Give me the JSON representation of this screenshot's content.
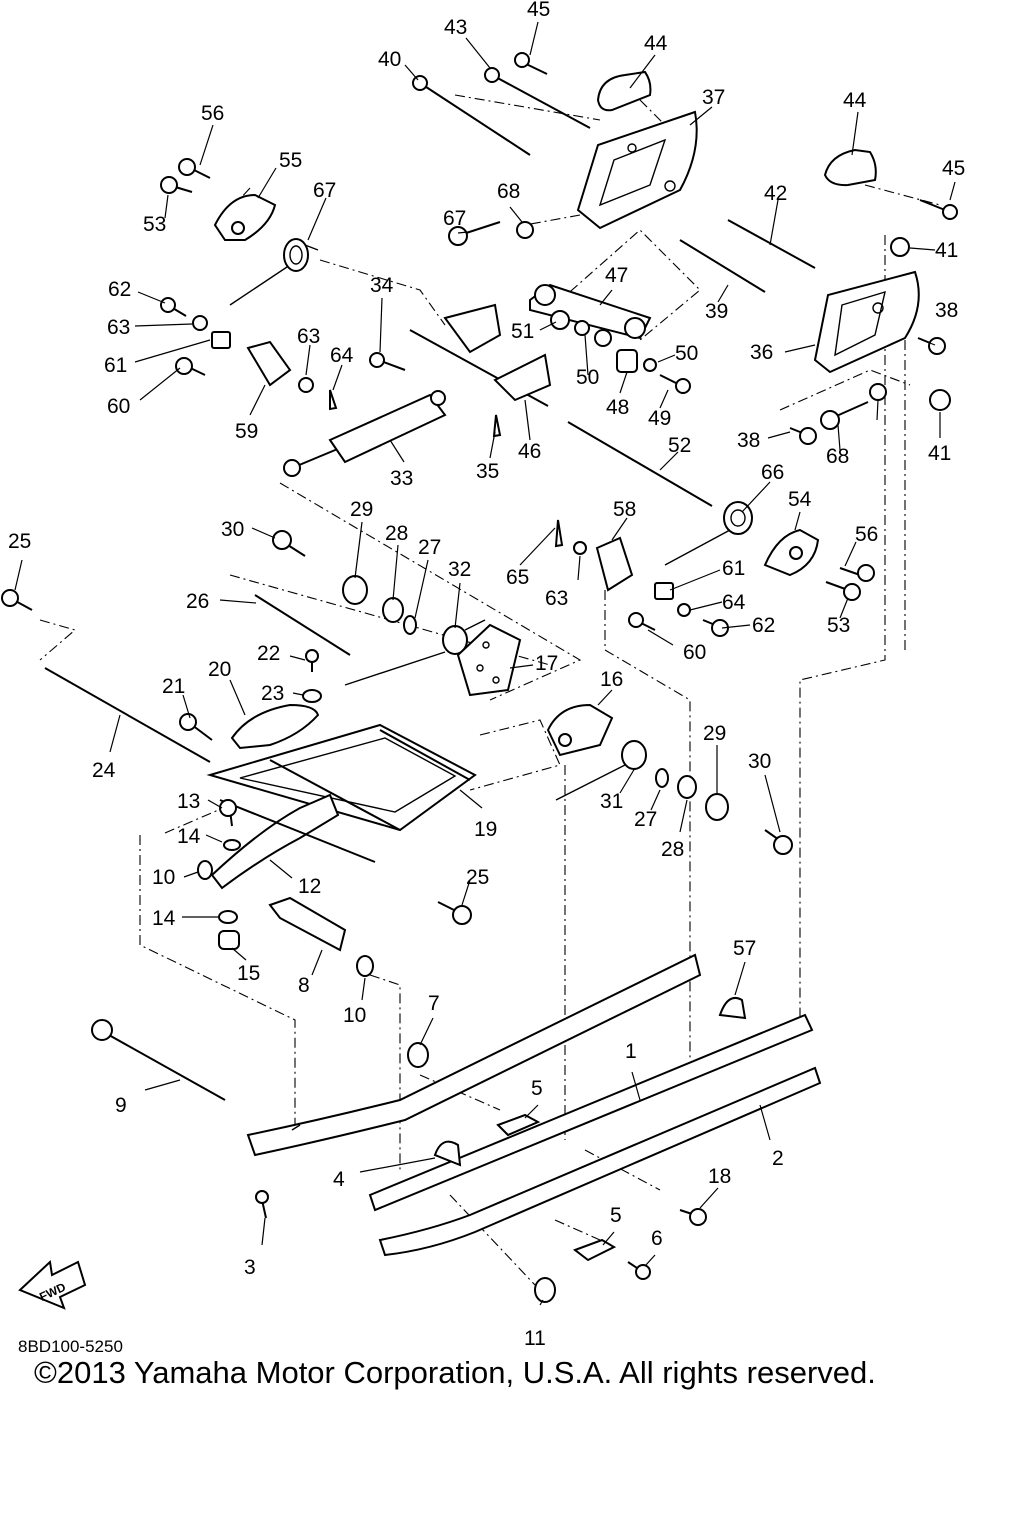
{
  "diagram": {
    "callouts": [
      "1",
      "2",
      "3",
      "4",
      "5",
      "5",
      "6",
      "7",
      "8",
      "9",
      "10",
      "10",
      "11",
      "12",
      "13",
      "14",
      "14",
      "15",
      "16",
      "17",
      "18",
      "19",
      "20",
      "21",
      "22",
      "23",
      "24",
      "25",
      "25",
      "26",
      "27",
      "27",
      "28",
      "28",
      "29",
      "29",
      "30",
      "30",
      "31",
      "32",
      "33",
      "34",
      "35",
      "36",
      "37",
      "38",
      "38",
      "39",
      "40",
      "41",
      "41",
      "42",
      "43",
      "44",
      "44",
      "45",
      "45",
      "46",
      "47",
      "48",
      "49",
      "50",
      "50",
      "51",
      "52",
      "53",
      "53",
      "54",
      "55",
      "56",
      "56",
      "57",
      "58",
      "59",
      "60",
      "60",
      "61",
      "61",
      "62",
      "62",
      "63",
      "63",
      "63",
      "64",
      "64",
      "65",
      "66",
      "67",
      "67",
      "68",
      "68"
    ],
    "fwd_label": "FWD",
    "diagram_code": "8BD100-5250",
    "copyright": "©2013 Yamaha Motor Corporation, U.S.A. All rights reserved."
  }
}
